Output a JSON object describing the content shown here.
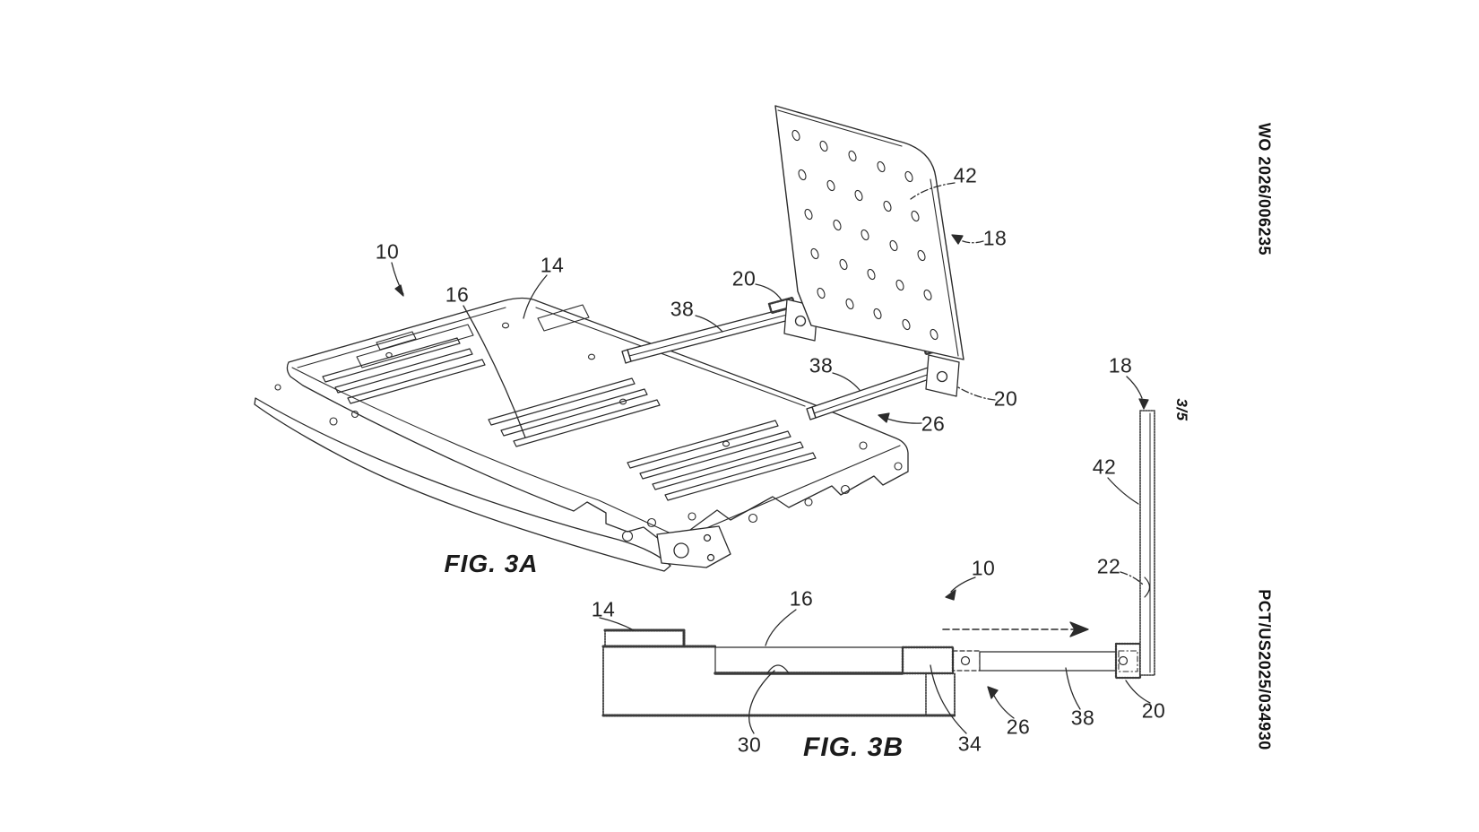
{
  "page": {
    "publication_number": "WO 2026/006235",
    "sheet_indicator": "3/5",
    "application_number": "PCT/US2025/034930"
  },
  "colors": {
    "ink": "#2b2b2b",
    "paper": "#ffffff"
  },
  "figures": {
    "fig3a": {
      "caption": "FIG. 3A",
      "labels": [
        {
          "text": "10"
        },
        {
          "text": "14"
        },
        {
          "text": "16"
        },
        {
          "text": "38"
        },
        {
          "text": "20"
        },
        {
          "text": "42"
        },
        {
          "text": "18"
        },
        {
          "text": "38"
        },
        {
          "text": "20"
        },
        {
          "text": "26"
        }
      ]
    },
    "fig3b": {
      "caption": "FIG. 3B",
      "labels": [
        {
          "text": "14"
        },
        {
          "text": "16"
        },
        {
          "text": "30"
        },
        {
          "text": "34"
        },
        {
          "text": "26"
        },
        {
          "text": "38"
        },
        {
          "text": "20"
        },
        {
          "text": "10"
        },
        {
          "text": "22"
        },
        {
          "text": "18"
        },
        {
          "text": "42"
        }
      ]
    }
  }
}
